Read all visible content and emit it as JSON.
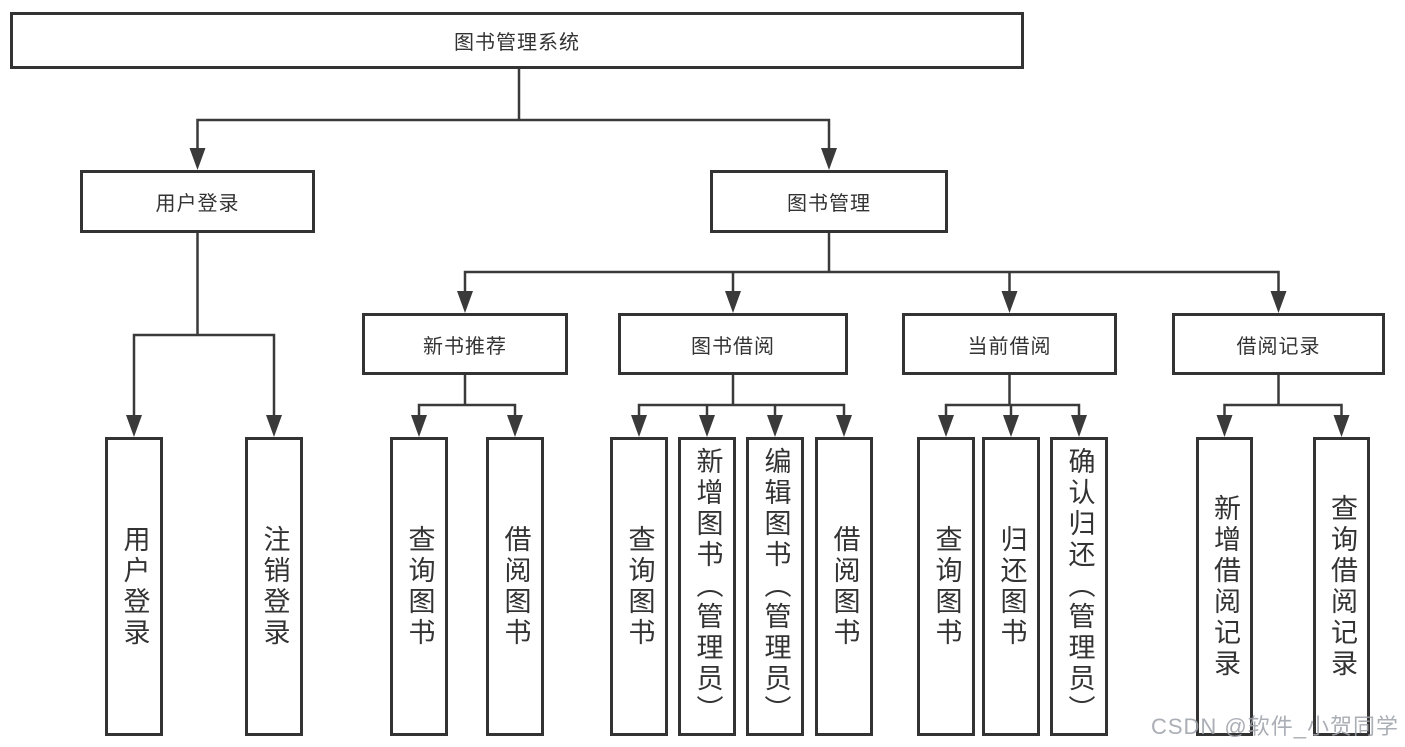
{
  "diagram": {
    "title": "图书管理系统",
    "watermark": "CSDN @软件_小贺同学"
  },
  "colors": {
    "line": "#3a3a3a",
    "box_border": "#333333",
    "text": "#333333",
    "watermark": "#9ea3ab"
  },
  "nodes": {
    "root": {
      "label": "图书管理系统"
    },
    "user_login": {
      "label": "用户登录"
    },
    "book_mgmt": {
      "label": "图书管理"
    },
    "new_rec": {
      "label": "新书推荐"
    },
    "borrow": {
      "label": "图书借阅"
    },
    "current": {
      "label": "当前借阅"
    },
    "record": {
      "label": "借阅记录"
    },
    "ul_login": {
      "label": "用户登录"
    },
    "ul_logout": {
      "label": "注销登录"
    },
    "nr_query": {
      "label": "查询图书"
    },
    "nr_borrow": {
      "label": "借阅图书"
    },
    "bb_query": {
      "label": "查询图书"
    },
    "bb_add": {
      "label": "新增图书（管理员）"
    },
    "bb_edit": {
      "label": "编辑图书（管理员）"
    },
    "bb_borrow": {
      "label": "借阅图书"
    },
    "cb_query": {
      "label": "查询图书"
    },
    "cb_return": {
      "label": "归还图书"
    },
    "cb_confirm": {
      "label": "确认归还（管理员）"
    },
    "br_add": {
      "label": "新增借阅记录"
    },
    "br_query": {
      "label": "查询借阅记录"
    }
  },
  "hierarchy": {
    "root": [
      "user_login",
      "book_mgmt"
    ],
    "user_login": [
      "ul_login",
      "ul_logout"
    ],
    "book_mgmt": [
      "new_rec",
      "borrow",
      "current",
      "record"
    ],
    "new_rec": [
      "nr_query",
      "nr_borrow"
    ],
    "borrow": [
      "bb_query",
      "bb_add",
      "bb_edit",
      "bb_borrow"
    ],
    "current": [
      "cb_query",
      "cb_return",
      "cb_confirm"
    ],
    "record": [
      "br_add",
      "br_query"
    ]
  }
}
